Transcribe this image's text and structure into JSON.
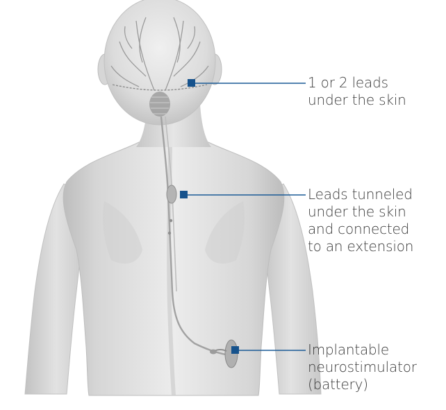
{
  "callouts": [
    {
      "id": "leads",
      "lines": [
        "1 or 2 leads",
        "under the skin"
      ]
    },
    {
      "id": "extension",
      "lines": [
        "Leads tunneled",
        "under the skin",
        "and connected",
        "to an extension"
      ]
    },
    {
      "id": "battery",
      "lines": [
        "Implantable",
        "neurostimulator",
        "(battery)"
      ]
    }
  ],
  "colors": {
    "leader": "#1a5a96",
    "marker": "#16528c",
    "label_text": "#3a3a3a",
    "skin_light": "#ececec",
    "skin_mid": "#d7d7d7",
    "skin_shadow": "#b9b9b9",
    "nerve": "#9a9a9a",
    "device": "#a8a8a8"
  }
}
